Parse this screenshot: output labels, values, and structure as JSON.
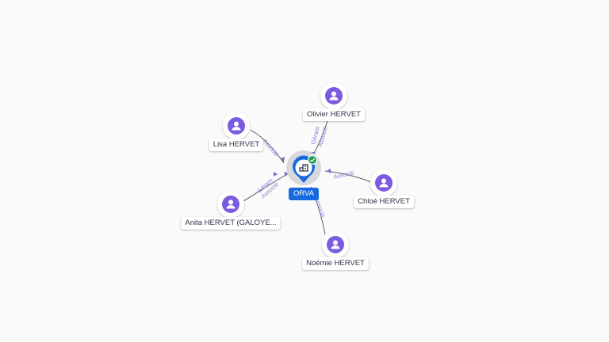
{
  "company": {
    "name": "ORVA",
    "verified_icon": "check-circle-icon",
    "type_icon": "company-building-icon"
  },
  "colors": {
    "person": "#7b5ce0",
    "company": "#1769e0",
    "edge": "#555a6b",
    "edge_label": "#8a7fd6",
    "verified": "#1f9d55"
  },
  "persons": [
    {
      "id": "olivier",
      "name": "Olivier HERVET",
      "roles": [
        "Gérant",
        "Associé"
      ]
    },
    {
      "id": "lisa",
      "name": "Lisa HERVET",
      "roles": [
        "Associé"
      ]
    },
    {
      "id": "chloe",
      "name": "Chloé HERVET",
      "roles": [
        "Associé"
      ]
    },
    {
      "id": "anita",
      "name": "Anita HERVET (GALOYE...",
      "roles": [
        "Gérant",
        "Associé"
      ]
    },
    {
      "id": "noemie",
      "name": "Noémie HERVET",
      "roles": [
        "Associé"
      ]
    }
  ]
}
